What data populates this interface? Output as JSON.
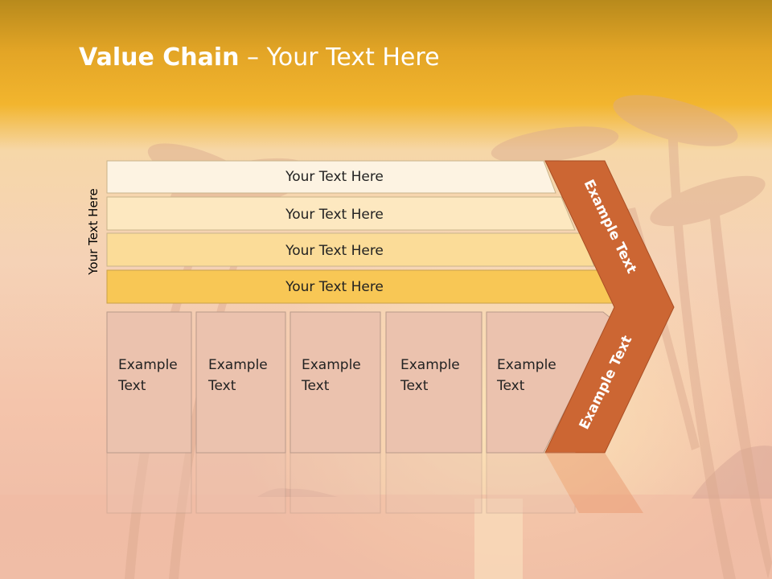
{
  "slide": {
    "title_bold": "Value Chain",
    "title_rest": " – Your Text Here",
    "side_label": "Your Text Here"
  },
  "bands": [
    {
      "label": "Your Text Here",
      "fill": "#fdf3e2"
    },
    {
      "label": "Your Text Here",
      "fill": "#fde8c0"
    },
    {
      "label": "Your Text Here",
      "fill": "#fbdc98"
    },
    {
      "label": "Your Text Here",
      "fill": "#f8c755"
    }
  ],
  "activities": [
    {
      "line1": "Example",
      "line2": "Text"
    },
    {
      "line1": "Example",
      "line2": "Text"
    },
    {
      "line1": "Example",
      "line2": "Text"
    },
    {
      "line1": "Example",
      "line2": "Text"
    },
    {
      "line1": "Example",
      "line2": "Text"
    }
  ],
  "chevron": {
    "upper_label": "Example Text",
    "lower_label": "Example Text",
    "fill": "#cc6633"
  },
  "colors": {
    "header_gold": "#f0b024",
    "sky_peach": "#f7c7a8",
    "box_fill": "#ebc2ae",
    "box_stroke": "#b89a8a"
  }
}
